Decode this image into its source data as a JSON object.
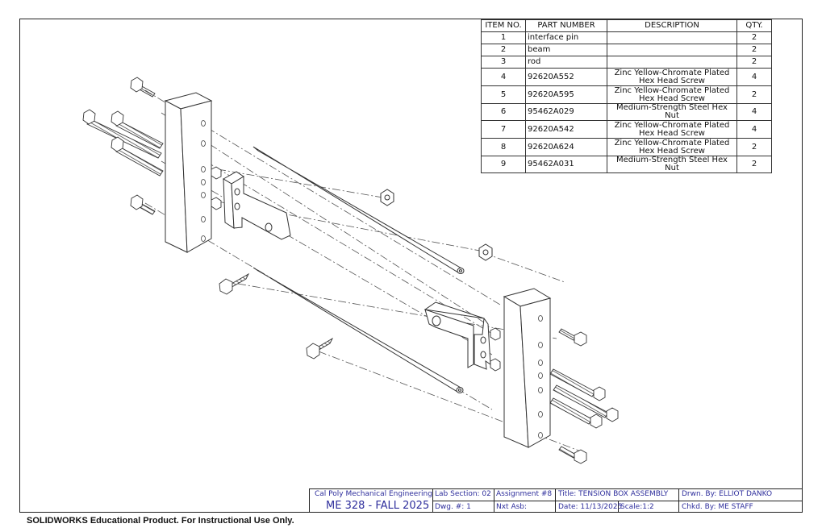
{
  "bom": {
    "headers": {
      "item": "ITEM NO.",
      "part": "PART NUMBER",
      "desc": "DESCRIPTION",
      "qty": "QTY."
    },
    "rows": [
      {
        "item": "1",
        "part": "interface pin",
        "desc1": "",
        "desc2": "",
        "qty": "2"
      },
      {
        "item": "2",
        "part": "beam",
        "desc1": "",
        "desc2": "",
        "qty": "2"
      },
      {
        "item": "3",
        "part": "rod",
        "desc1": "",
        "desc2": "",
        "qty": "2"
      },
      {
        "item": "4",
        "part": "92620A552",
        "desc1": "Zinc Yellow-Chromate Plated",
        "desc2": "Hex Head Screw",
        "qty": "4"
      },
      {
        "item": "5",
        "part": "92620A595",
        "desc1": "Zinc Yellow-Chromate Plated",
        "desc2": "Hex Head Screw",
        "qty": "2"
      },
      {
        "item": "6",
        "part": "95462A029",
        "desc1": "Medium-Strength Steel Hex Nut",
        "desc2": "",
        "qty": "4"
      },
      {
        "item": "7",
        "part": "92620A542",
        "desc1": "Zinc Yellow-Chromate Plated",
        "desc2": "Hex Head Screw",
        "qty": "4"
      },
      {
        "item": "8",
        "part": "92620A624",
        "desc1": "Zinc Yellow-Chromate Plated",
        "desc2": "Hex Head Screw",
        "qty": "2"
      },
      {
        "item": "9",
        "part": "95462A031",
        "desc1": "Medium-Strength Steel Hex Nut",
        "desc2": "",
        "qty": "2"
      }
    ]
  },
  "title_block": {
    "org": "Cal Poly Mechanical Engineering",
    "course": "ME 328 - FALL 2025",
    "lab_section": "Lab Section: 02",
    "dwg": "Dwg. #: 1",
    "assignment": "Assignment #8",
    "next_asb": "Nxt Asb:",
    "title": "Title: TENSION BOX ASSEMBLY",
    "date": "Date: 11/13/2025",
    "scale": "Scale:1:2",
    "drawn_by": "Drwn. By: ELLIOT DANKO",
    "checked_by": "Chkd. By: ME STAFF"
  },
  "footer": "SOLIDWORKS Educational Product. For Instructional Use Only."
}
